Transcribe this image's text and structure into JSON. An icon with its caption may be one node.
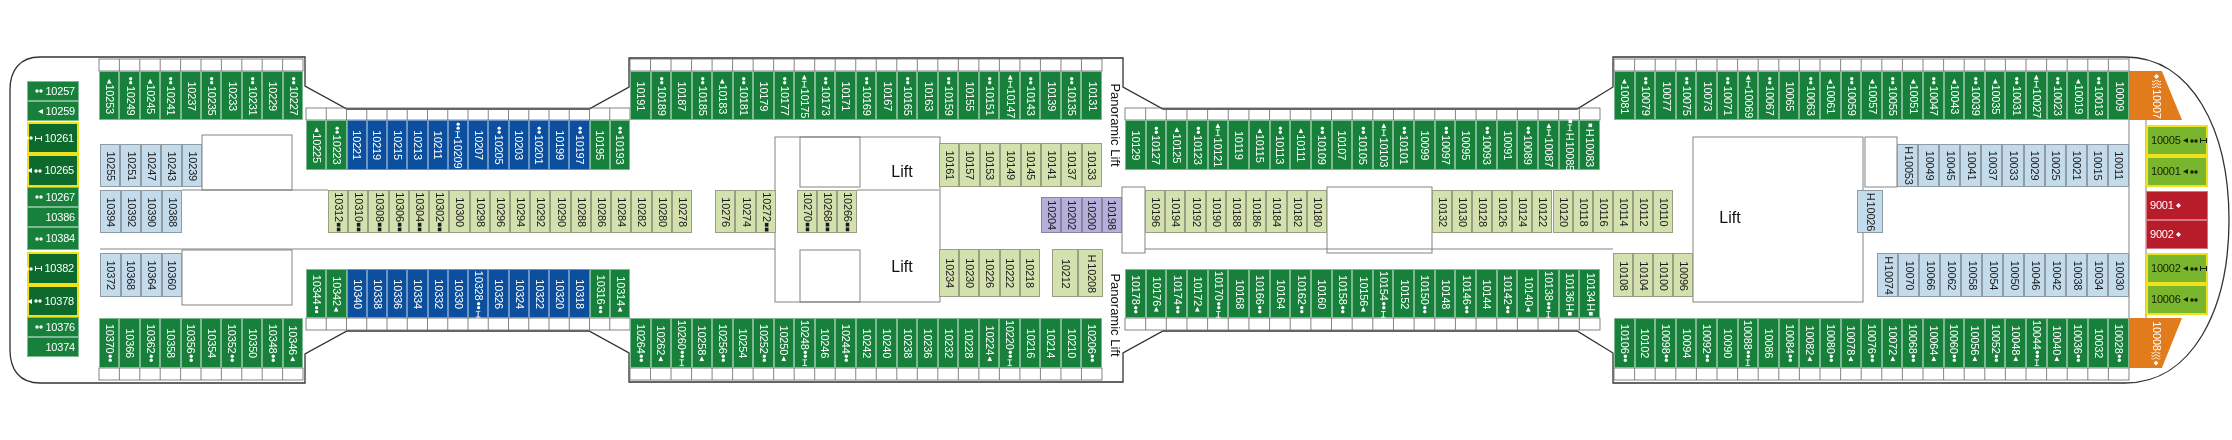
{
  "diagram": {
    "nodes": [
      {
        "text": [
          "10253"
        ]
      },
      {
        "text": [
          "10249"
        ]
      },
      {
        "text": [
          "10245"
        ]
      },
      {
        "text": [
          "10241"
        ]
      },
      {
        "text": [
          "10237"
        ]
      },
      {
        "text": [
          "10235"
        ]
      },
      {
        "text": [
          "10233"
        ]
      },
      {
        "text": [
          "10231"
        ]
      },
      {
        "text": [
          "10229"
        ]
      },
      {
        "text": [
          "10227"
        ]
      },
      {
        "text": [
          "10257"
        ]
      },
      {
        "text": [
          "10259"
        ]
      },
      {
        "text": [
          "10261"
        ]
      },
      {
        "text": [
          "10265"
        ]
      },
      {
        "text": [
          "10267"
        ]
      },
      {
        "text": [
          "10386"
        ]
      },
      {
        "text": [
          "10384"
        ]
      },
      {
        "text": [
          "10382"
        ]
      },
      {
        "text": [
          "10378"
        ]
      },
      {
        "text": [
          "10376"
        ]
      },
      {
        "text": [
          "10374"
        ]
      },
      {
        "text": [
          "10255"
        ]
      },
      {
        "text": [
          "10251"
        ]
      },
      {
        "text": [
          "10247"
        ]
      },
      {
        "text": [
          "10243"
        ]
      },
      {
        "text": [
          "10239"
        ]
      },
      {
        "text": [
          "10394"
        ]
      },
      {
        "text": [
          "10392"
        ]
      },
      {
        "text": [
          "10390"
        ]
      },
      {
        "text": [
          "10388"
        ]
      },
      {
        "text": [
          "10372"
        ]
      },
      {
        "text": [
          "10368"
        ]
      },
      {
        "text": [
          "10364"
        ]
      },
      {
        "text": [
          "10360"
        ]
      },
      {
        "text": [
          "10370"
        ]
      },
      {
        "text": [
          "10366"
        ]
      },
      {
        "text": [
          "10362"
        ]
      },
      {
        "text": [
          "10358"
        ]
      },
      {
        "text": [
          "10356"
        ]
      },
      {
        "text": [
          "10354"
        ]
      },
      {
        "text": [
          "10352"
        ]
      },
      {
        "text": [
          "10350"
        ]
      },
      {
        "text": [
          "10348"
        ]
      },
      {
        "text": [
          "10346"
        ]
      },
      {
        "text": [
          "10225"
        ]
      },
      {
        "text": [
          "10223"
        ]
      },
      {
        "text": [
          "10221"
        ]
      },
      {
        "text": [
          "10219"
        ]
      },
      {
        "text": [
          "10215"
        ]
      },
      {
        "text": [
          "10213"
        ]
      },
      {
        "text": [
          "10211"
        ]
      },
      {
        "text": [
          "10209"
        ]
      },
      {
        "text": [
          "10207"
        ]
      },
      {
        "text": [
          "10205"
        ]
      },
      {
        "text": [
          "10203"
        ]
      },
      {
        "text": [
          "10201"
        ]
      },
      {
        "text": [
          "10199"
        ]
      },
      {
        "text": [
          "10197"
        ]
      },
      {
        "text": [
          "10195"
        ]
      },
      {
        "text": [
          "10193"
        ]
      },
      {
        "text": [
          "10312"
        ]
      },
      {
        "text": [
          "10310"
        ]
      },
      {
        "text": [
          "10308"
        ]
      },
      {
        "text": [
          "10306"
        ]
      },
      {
        "text": [
          "10304"
        ]
      },
      {
        "text": [
          "10302"
        ]
      },
      {
        "text": [
          "10300"
        ]
      },
      {
        "text": [
          "10298"
        ]
      },
      {
        "text": [
          "10296"
        ]
      },
      {
        "text": [
          "10294"
        ]
      },
      {
        "text": [
          "10292"
        ]
      },
      {
        "text": [
          "10290"
        ]
      },
      {
        "text": [
          "10288"
        ]
      },
      {
        "text": [
          "10286"
        ]
      },
      {
        "text": [
          "10284"
        ]
      },
      {
        "text": [
          "10282"
        ]
      },
      {
        "text": [
          "10280"
        ]
      },
      {
        "text": [
          "10278"
        ]
      },
      {
        "text": [
          "10276"
        ]
      },
      {
        "text": [
          "10274"
        ]
      },
      {
        "text": [
          "10272"
        ]
      },
      {
        "text": [
          "10270"
        ]
      },
      {
        "text": [
          "10268"
        ]
      },
      {
        "text": [
          "10266"
        ]
      },
      {
        "text": [
          "10344"
        ]
      },
      {
        "text": [
          "10342"
        ]
      },
      {
        "text": [
          "10340"
        ]
      },
      {
        "text": [
          "10338"
        ]
      },
      {
        "text": [
          "10336"
        ]
      },
      {
        "text": [
          "10334"
        ]
      },
      {
        "text": [
          "10332"
        ]
      },
      {
        "text": [
          "10330"
        ]
      },
      {
        "text": [
          "10328"
        ]
      },
      {
        "text": [
          "10326"
        ]
      },
      {
        "text": [
          "10324"
        ]
      },
      {
        "text": [
          "10322"
        ]
      },
      {
        "text": [
          "10320"
        ]
      },
      {
        "text": [
          "10318"
        ]
      },
      {
        "text": [
          "10316"
        ]
      },
      {
        "text": [
          "10314"
        ]
      },
      {
        "text": [
          "10191"
        ]
      },
      {
        "text": [
          "10189"
        ]
      },
      {
        "text": [
          "10187"
        ]
      },
      {
        "text": [
          "10185"
        ]
      },
      {
        "text": [
          "10183"
        ]
      },
      {
        "text": [
          "10181"
        ]
      },
      {
        "text": [
          "10179"
        ]
      },
      {
        "text": [
          "10177"
        ]
      },
      {
        "text": [
          "10175"
        ]
      },
      {
        "text": [
          "10173"
        ]
      },
      {
        "text": [
          "10171"
        ]
      },
      {
        "text": [
          "10169"
        ]
      },
      {
        "text": [
          "10167"
        ]
      },
      {
        "text": [
          "10165"
        ]
      },
      {
        "text": [
          "10163"
        ]
      },
      {
        "text": [
          "10159"
        ]
      },
      {
        "text": [
          "10155"
        ]
      },
      {
        "text": [
          "10151"
        ]
      },
      {
        "text": [
          "10147"
        ]
      },
      {
        "text": [
          "10143"
        ]
      },
      {
        "text": [
          "10139"
        ]
      },
      {
        "text": [
          "10135"
        ]
      },
      {
        "text": [
          "10131"
        ]
      },
      {
        "text": [
          "10161"
        ]
      },
      {
        "text": [
          "10157"
        ]
      },
      {
        "text": [
          "10153"
        ]
      },
      {
        "text": [
          "10149"
        ]
      },
      {
        "text": [
          "10145"
        ]
      },
      {
        "text": [
          "10141"
        ]
      },
      {
        "text": [
          "10137"
        ]
      },
      {
        "text": [
          "10133"
        ]
      },
      {
        "text": [
          "10204"
        ]
      },
      {
        "text": [
          "10202"
        ]
      },
      {
        "text": [
          "10200"
        ]
      },
      {
        "text": [
          "10198"
        ]
      },
      {
        "text": [
          "10234"
        ]
      },
      {
        "text": [
          "10230"
        ]
      },
      {
        "text": [
          "10226"
        ]
      },
      {
        "text": [
          "10222"
        ]
      },
      {
        "text": [
          "10218"
        ]
      },
      {
        "text": [
          "10212"
        ]
      },
      {
        "text": [
          "H",
          "10208"
        ]
      },
      {
        "text": [
          "10264"
        ]
      },
      {
        "text": [
          "10262"
        ]
      },
      {
        "text": [
          "10260"
        ]
      },
      {
        "text": [
          "10258"
        ]
      },
      {
        "text": [
          "10256"
        ]
      },
      {
        "text": [
          "10254"
        ]
      },
      {
        "text": [
          "10252"
        ]
      },
      {
        "text": [
          "10250"
        ]
      },
      {
        "text": [
          "10248"
        ]
      },
      {
        "text": [
          "10246"
        ]
      },
      {
        "text": [
          "10244"
        ]
      },
      {
        "text": [
          "10242"
        ]
      },
      {
        "text": [
          "10240"
        ]
      },
      {
        "text": [
          "10238"
        ]
      },
      {
        "text": [
          "10236"
        ]
      },
      {
        "text": [
          "10232"
        ]
      },
      {
        "text": [
          "10228"
        ]
      },
      {
        "text": [
          "10224"
        ]
      },
      {
        "text": [
          "10220"
        ]
      },
      {
        "text": [
          "10216"
        ]
      },
      {
        "text": [
          "10214"
        ]
      },
      {
        "text": [
          "10210"
        ]
      },
      {
        "text": [
          "10206"
        ]
      },
      {
        "text": [
          "10129"
        ]
      },
      {
        "text": [
          "10127"
        ]
      },
      {
        "text": [
          "10125"
        ]
      },
      {
        "text": [
          "10123"
        ]
      },
      {
        "text": [
          "10121"
        ]
      },
      {
        "text": [
          "10119"
        ]
      },
      {
        "text": [
          "10115"
        ]
      },
      {
        "text": [
          "10113"
        ]
      },
      {
        "text": [
          "10111"
        ]
      },
      {
        "text": [
          "10109"
        ]
      },
      {
        "text": [
          "10107"
        ]
      },
      {
        "text": [
          "10105"
        ]
      },
      {
        "text": [
          "10103"
        ]
      },
      {
        "text": [
          "10101"
        ]
      },
      {
        "text": [
          "10099"
        ]
      },
      {
        "text": [
          "10097"
        ]
      },
      {
        "text": [
          "10095"
        ]
      },
      {
        "text": [
          "10093"
        ]
      },
      {
        "text": [
          "10091"
        ]
      },
      {
        "text": [
          "10089"
        ]
      },
      {
        "text": [
          "10087"
        ]
      },
      {
        "text": [
          "H",
          "10085"
        ]
      },
      {
        "text": [
          "H",
          "10083"
        ]
      },
      {
        "text": [
          "10196"
        ]
      },
      {
        "text": [
          "10194"
        ]
      },
      {
        "text": [
          "10192"
        ]
      },
      {
        "text": [
          "10190"
        ]
      },
      {
        "text": [
          "10188"
        ]
      },
      {
        "text": [
          "10186"
        ]
      },
      {
        "text": [
          "10184"
        ]
      },
      {
        "text": [
          "10182"
        ]
      },
      {
        "text": [
          "10180"
        ]
      },
      {
        "text": [
          "10132"
        ]
      },
      {
        "text": [
          "10130"
        ]
      },
      {
        "text": [
          "10128"
        ]
      },
      {
        "text": [
          "10126"
        ]
      },
      {
        "text": [
          "10124"
        ]
      },
      {
        "text": [
          "10122"
        ]
      },
      {
        "text": [
          "10120"
        ]
      },
      {
        "text": [
          "10118"
        ]
      },
      {
        "text": [
          "10116"
        ]
      },
      {
        "text": [
          "10114"
        ]
      },
      {
        "text": [
          "10112"
        ]
      },
      {
        "text": [
          "10110"
        ]
      },
      {
        "text": [
          "10108"
        ]
      },
      {
        "text": [
          "10104"
        ]
      },
      {
        "text": [
          "10100"
        ]
      },
      {
        "text": [
          "10096"
        ]
      },
      {
        "text": [
          "10178"
        ]
      },
      {
        "text": [
          "10176"
        ]
      },
      {
        "text": [
          "10174"
        ]
      },
      {
        "text": [
          "10172"
        ]
      },
      {
        "text": [
          "10170"
        ]
      },
      {
        "text": [
          "10168"
        ]
      },
      {
        "text": [
          "10166"
        ]
      },
      {
        "text": [
          "10164"
        ]
      },
      {
        "text": [
          "10162"
        ]
      },
      {
        "text": [
          "10160"
        ]
      },
      {
        "text": [
          "10158"
        ]
      },
      {
        "text": [
          "10156"
        ]
      },
      {
        "text": [
          "10154"
        ]
      },
      {
        "text": [
          "10152"
        ]
      },
      {
        "text": [
          "10150"
        ]
      },
      {
        "text": [
          "10148"
        ]
      },
      {
        "text": [
          "10146"
        ]
      },
      {
        "text": [
          "10144"
        ]
      },
      {
        "text": [
          "10142"
        ]
      },
      {
        "text": [
          "10140"
        ]
      },
      {
        "text": [
          "10138"
        ]
      },
      {
        "text": [
          "10136",
          "H"
        ]
      },
      {
        "text": [
          "10134",
          "H"
        ]
      },
      {
        "text": [
          "10081"
        ]
      },
      {
        "text": [
          "10079"
        ]
      },
      {
        "text": [
          "10077"
        ]
      },
      {
        "text": [
          "10075"
        ]
      },
      {
        "text": [
          "10073"
        ]
      },
      {
        "text": [
          "10071"
        ]
      },
      {
        "text": [
          "10069"
        ]
      },
      {
        "text": [
          "10067"
        ]
      },
      {
        "text": [
          "10065"
        ]
      },
      {
        "text": [
          "10063"
        ]
      },
      {
        "text": [
          "10061"
        ]
      },
      {
        "text": [
          "10059"
        ]
      },
      {
        "text": [
          "10057"
        ]
      },
      {
        "text": [
          "10055"
        ]
      },
      {
        "text": [
          "10051"
        ]
      },
      {
        "text": [
          "10047"
        ]
      },
      {
        "text": [
          "10043"
        ]
      },
      {
        "text": [
          "10039"
        ]
      },
      {
        "text": [
          "10035"
        ]
      },
      {
        "text": [
          "10031"
        ]
      },
      {
        "text": [
          "10027"
        ]
      },
      {
        "text": [
          "10023"
        ]
      },
      {
        "text": [
          "10019"
        ]
      },
      {
        "text": [
          "10013"
        ]
      },
      {
        "text": [
          "10009"
        ]
      },
      {
        "text": [
          "10007"
        ]
      },
      {
        "text": [
          "H",
          "10053"
        ]
      },
      {
        "text": [
          "10049"
        ]
      },
      {
        "text": [
          "10045"
        ]
      },
      {
        "text": [
          "10041"
        ]
      },
      {
        "text": [
          "10037"
        ]
      },
      {
        "text": [
          "10033"
        ]
      },
      {
        "text": [
          "10029"
        ]
      },
      {
        "text": [
          "10025"
        ]
      },
      {
        "text": [
          "10021"
        ]
      },
      {
        "text": [
          "10015"
        ]
      },
      {
        "text": [
          "10011"
        ]
      },
      {
        "text": [
          "H",
          "10026"
        ]
      },
      {
        "text": [
          "H",
          "10074"
        ]
      },
      {
        "text": [
          "10070"
        ]
      },
      {
        "text": [
          "10066"
        ]
      },
      {
        "text": [
          "10062"
        ]
      },
      {
        "text": [
          "10058"
        ]
      },
      {
        "text": [
          "10054"
        ]
      },
      {
        "text": [
          "10050"
        ]
      },
      {
        "text": [
          "10046"
        ]
      },
      {
        "text": [
          "10042"
        ]
      },
      {
        "text": [
          "10038"
        ]
      },
      {
        "text": [
          "10034"
        ]
      },
      {
        "text": [
          "10030"
        ]
      },
      {
        "text": [
          "10106"
        ]
      },
      {
        "text": [
          "10102"
        ]
      },
      {
        "text": [
          "10098"
        ]
      },
      {
        "text": [
          "10094"
        ]
      },
      {
        "text": [
          "10092"
        ]
      },
      {
        "text": [
          "10090"
        ]
      },
      {
        "text": [
          "10088"
        ]
      },
      {
        "text": [
          "10086"
        ]
      },
      {
        "text": [
          "10084"
        ]
      },
      {
        "text": [
          "10082"
        ]
      },
      {
        "text": [
          "10080"
        ]
      },
      {
        "text": [
          "10078"
        ]
      },
      {
        "text": [
          "10076"
        ]
      },
      {
        "text": [
          "10072"
        ]
      },
      {
        "text": [
          "10068"
        ]
      },
      {
        "text": [
          "10064"
        ]
      },
      {
        "text": [
          "10060"
        ]
      },
      {
        "text": [
          "10056"
        ]
      },
      {
        "text": [
          "10052"
        ]
      },
      {
        "text": [
          "10048"
        ]
      },
      {
        "text": [
          "10044"
        ]
      },
      {
        "text": [
          "10040"
        ]
      },
      {
        "text": [
          "10036"
        ]
      },
      {
        "text": [
          "10032"
        ]
      },
      {
        "text": [
          "10028"
        ]
      },
      {
        "text": [
          "10008"
        ]
      },
      {
        "text": [
          "10005"
        ]
      },
      {
        "text": [
          "10001"
        ]
      },
      {
        "text": [
          "9001"
        ]
      },
      {
        "text": [
          "9002"
        ]
      },
      {
        "text": [
          "10002"
        ]
      },
      {
        "text": [
          "10006"
        ]
      }
    ],
    "labels": [
      "Lift",
      "Panoramic Lift",
      "Lift",
      "Panoramic Lift",
      "Lift"
    ]
  }
}
